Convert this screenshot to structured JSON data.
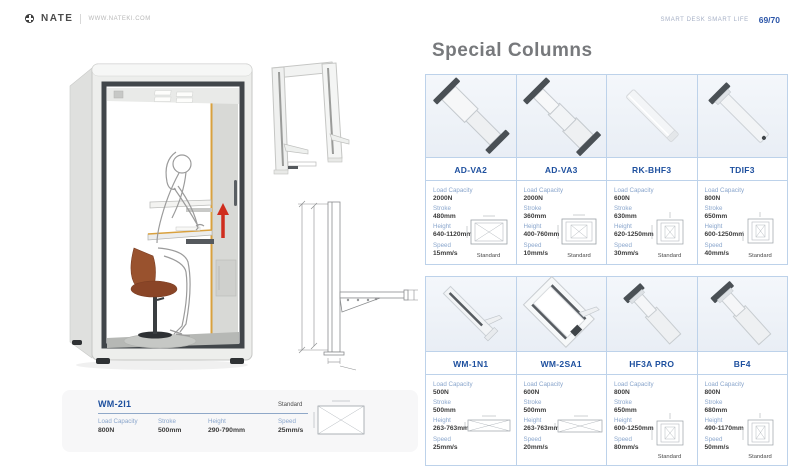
{
  "header": {
    "brand": "NATE",
    "website": "WWW.NATEKI.COM",
    "tagline": "SMART DESK SMART LIFE",
    "page_number": "69/70"
  },
  "featured": {
    "model": "WM-2I1",
    "standard": "Standard",
    "load": "800N",
    "stroke": "500mm",
    "height": "290-790mm",
    "speed": "25mm/s"
  },
  "spec_labels": {
    "load": "Load Capacity",
    "stroke": "Stroke",
    "height": "Height",
    "speed": "Speed"
  },
  "section": {
    "title": "Special Columns",
    "products": [
      {
        "model": "AD-VA2",
        "load": "2000N",
        "stroke": "480mm",
        "height": "640-1120mm",
        "speed": "15mm/s",
        "standard": "Standard"
      },
      {
        "model": "AD-VA3",
        "load": "2000N",
        "stroke": "360mm",
        "height": "400-760mm",
        "speed": "10mm/s",
        "standard": "Standard"
      },
      {
        "model": "RK-BHF3",
        "load": "600N",
        "stroke": "630mm",
        "height": "620-1250mm",
        "speed": "30mm/s",
        "standard": "Standard"
      },
      {
        "model": "TDIF3",
        "load": "800N",
        "stroke": "650mm",
        "height": "600-1250mm",
        "speed": "40mm/s",
        "standard": "Standard"
      },
      {
        "model": "WM-1N1",
        "load": "500N",
        "stroke": "500mm",
        "height": "263-763mm",
        "speed": "25mm/s",
        "standard": ""
      },
      {
        "model": "WM-2SA1",
        "load": "600N",
        "stroke": "500mm",
        "height": "263-763mm",
        "speed": "20mm/s",
        "standard": ""
      },
      {
        "model": "HF3A PRO",
        "load": "800N",
        "stroke": "650mm",
        "height": "600-1250mm",
        "speed": "80mm/s",
        "standard": "Standard"
      },
      {
        "model": "BF4",
        "load": "800N",
        "stroke": "680mm",
        "height": "490-1170mm",
        "speed": "50mm/s",
        "standard": "Standard"
      }
    ]
  },
  "colors": {
    "accent_blue": "#1d4f9e",
    "label_blue": "#8aa6cc",
    "border_blue": "#bdd2ea",
    "arrow_red": "#cf2d1e",
    "chair_brown": "#8f4a2b",
    "desk_accent_yellow": "#d9a13e"
  }
}
